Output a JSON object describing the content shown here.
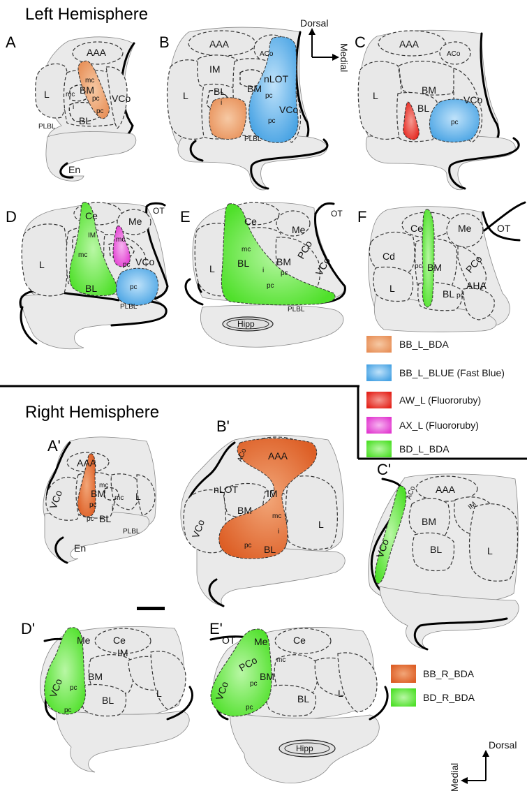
{
  "headings": {
    "left": "Left Hemisphere",
    "right": "Right Hemisphere"
  },
  "orientation_top": {
    "dorsal": "Dorsal",
    "medial": "Medial"
  },
  "orientation_bottom": {
    "dorsal": "Dorsal",
    "medial": "Medial"
  },
  "panels": {
    "A": "A",
    "B": "B",
    "C": "C",
    "D": "D",
    "E": "E",
    "F": "F",
    "A2": "A'",
    "B2": "B'",
    "C2": "C'",
    "D2": "D'",
    "E2": "E'"
  },
  "regions": {
    "AAA": "AAA",
    "L": "L",
    "BM": "BM",
    "BL": "BL",
    "VCo": "VCo",
    "mc": "mc",
    "pc": "pc",
    "i": "i",
    "PLBL": "PLBL",
    "En": "En",
    "IM": "IM",
    "ACo": "ACo",
    "nLOT": "nLOT",
    "OT": "OT",
    "Ce": "Ce",
    "Me": "Me",
    "PCo": "PCo",
    "Hipp": "Hipp",
    "Cd": "Cd",
    "AHA": "AHA"
  },
  "legend_left": [
    {
      "label": "BB_L_BDA",
      "color": "#e8915a"
    },
    {
      "label": "BB_L_BLUE (Fast Blue)",
      "color": "#5aaee8"
    },
    {
      "label": "AW_L (Fluororuby)",
      "color": "#e8322a"
    },
    {
      "label": "AX_L (Fluororuby)",
      "color": "#e84fd8"
    },
    {
      "label": "BD_L_BDA",
      "color": "#5ee83a"
    }
  ],
  "legend_right": [
    {
      "label": "BB_R_BDA",
      "color": "#e0662e"
    },
    {
      "label": "BD_R_BDA",
      "color": "#5ee83a"
    }
  ],
  "colors": {
    "orange": "#e8915a",
    "orange_dark": "#e0662e",
    "blue": "#5aaee8",
    "red": "#e8322a",
    "magenta": "#e84fd8",
    "green": "#5ee83a"
  }
}
